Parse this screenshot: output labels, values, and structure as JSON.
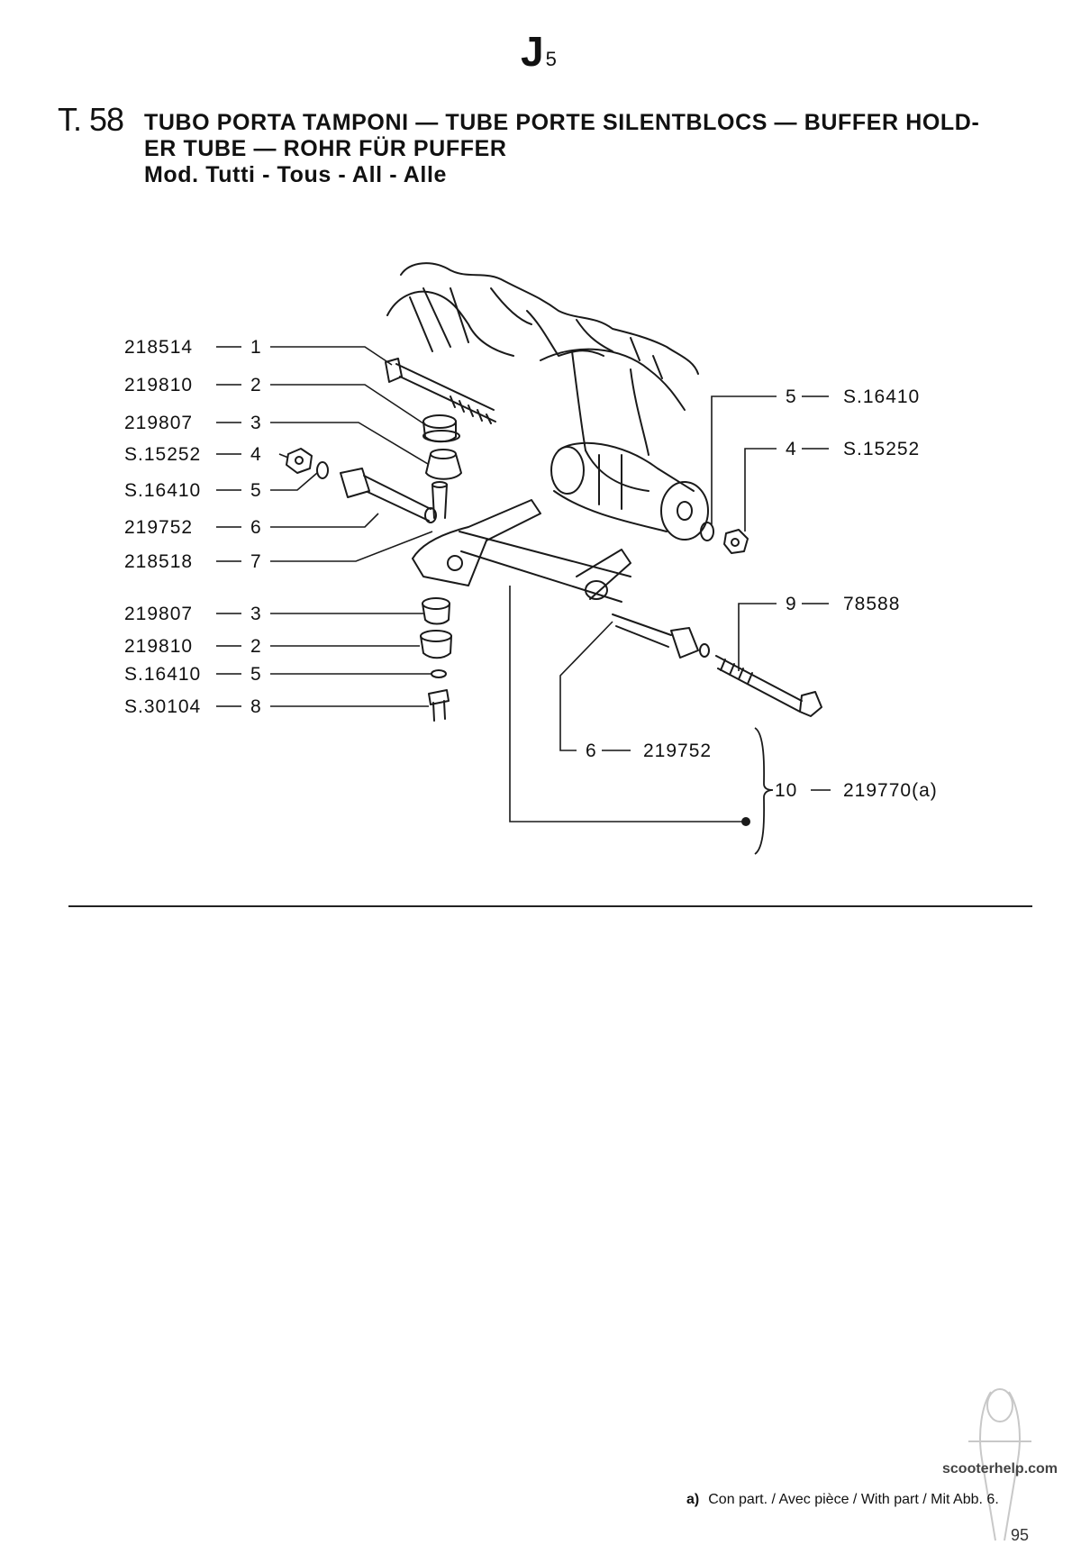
{
  "header": {
    "section_letter": "J",
    "section_number": "5",
    "table_id": "T. 58",
    "title_line1": "TUBO PORTA TAMPONI — TUBE PORTE SILENTBLOCS — BUFFER HOLD-",
    "title_line2": "ER TUBE — ROHR FÜR PUFFER",
    "title_line3": "Mod. Tutti - Tous - All - Alle"
  },
  "parts_left": [
    {
      "code": "218514",
      "num": "1"
    },
    {
      "code": "219810",
      "num": "2"
    },
    {
      "code": "219807",
      "num": "3"
    },
    {
      "code": "S.15252",
      "num": "4"
    },
    {
      "code": "S.16410",
      "num": "5"
    },
    {
      "code": "219752",
      "num": "6"
    },
    {
      "code": "218518",
      "num": "7"
    },
    {
      "code": "219807",
      "num": "3"
    },
    {
      "code": "219810",
      "num": "2"
    },
    {
      "code": "S.16410",
      "num": "5"
    },
    {
      "code": "S.30104",
      "num": "8"
    }
  ],
  "parts_right": [
    {
      "num": "5",
      "code": "S.16410"
    },
    {
      "num": "4",
      "code": "S.15252"
    },
    {
      "num": "9",
      "code": "78588"
    },
    {
      "num": "6",
      "code": "219752"
    },
    {
      "num": "10",
      "code": "219770(a)"
    }
  ],
  "footer": {
    "watermark": "scooterhelp.com",
    "footnote_mark": "a)",
    "footnote_text": "Con part. / Avec pièce / With part / Mit Abb. 6.",
    "page_number": "95"
  }
}
